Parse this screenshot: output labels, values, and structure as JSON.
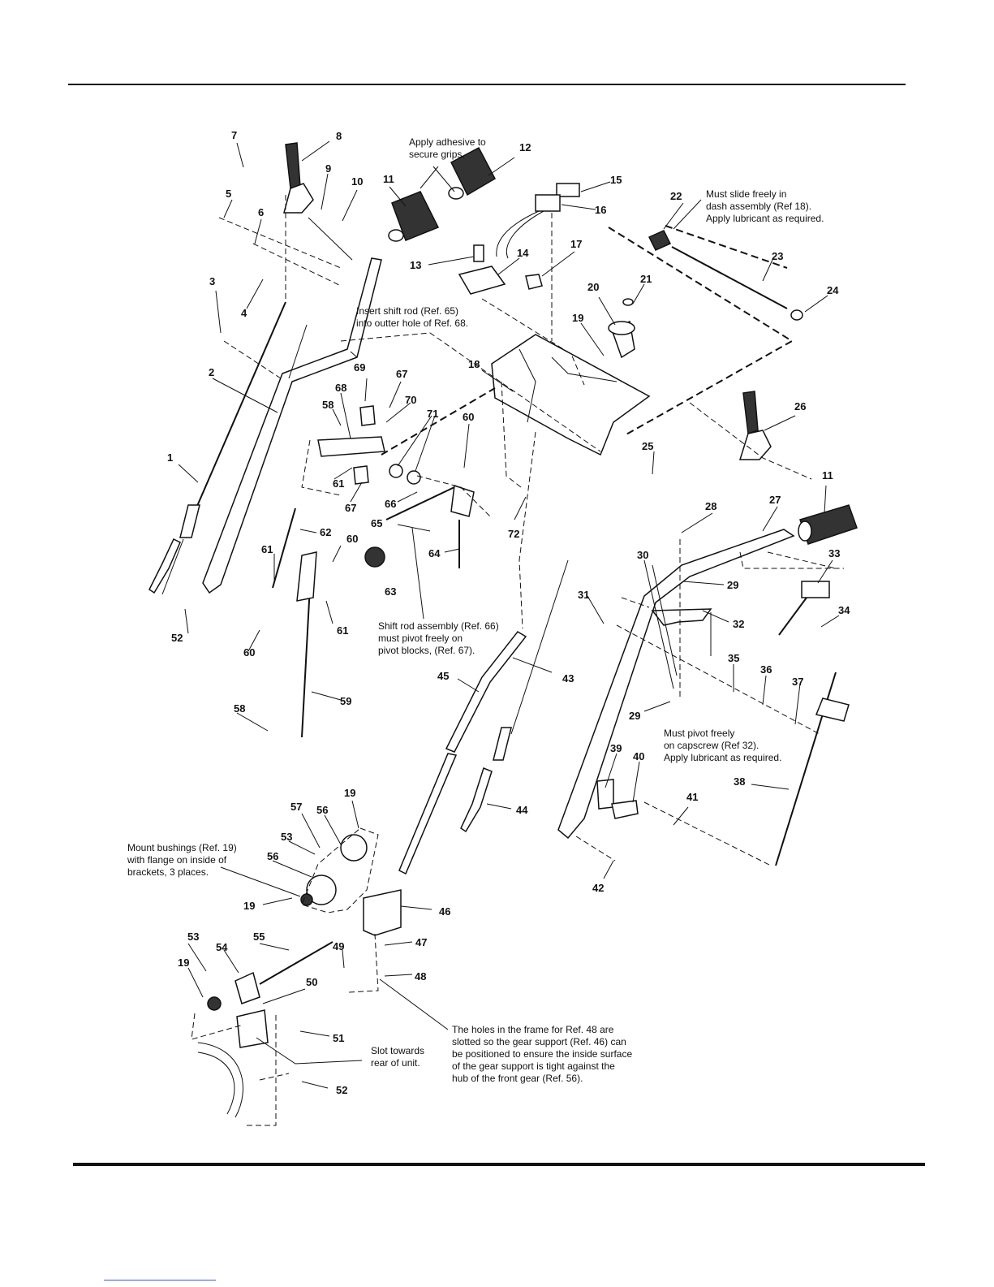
{
  "callouts": [
    "1",
    "2",
    "3",
    "4",
    "5",
    "6",
    "7",
    "8",
    "9",
    "10",
    "11",
    "12",
    "13",
    "14",
    "15",
    "16",
    "17",
    "18",
    "19",
    "20",
    "21",
    "22",
    "23",
    "24",
    "25",
    "26",
    "11",
    "27",
    "28",
    "29",
    "30",
    "31",
    "32",
    "33",
    "34",
    "35",
    "36",
    "37",
    "29",
    "38",
    "39",
    "40",
    "41",
    "42",
    "43",
    "44",
    "45",
    "46",
    "47",
    "48",
    "49",
    "50",
    "51",
    "52",
    "53",
    "54",
    "55",
    "19",
    "53",
    "56",
    "56",
    "57",
    "19",
    "58",
    "58",
    "59",
    "60",
    "60",
    "61",
    "61",
    "61",
    "62",
    "63",
    "64",
    "65",
    "66",
    "67",
    "67",
    "68",
    "69",
    "70",
    "71",
    "72",
    "60",
    "52",
    "19"
  ],
  "notes": {
    "adhesive": [
      "Apply adhesive to",
      "secure grips."
    ],
    "slide": [
      "Must slide freely in",
      "dash assembly (Ref 18).",
      "Apply lubricant as required."
    ],
    "insert": [
      "Insert shift rod (Ref. 65)",
      "into outter hole of Ref. 68."
    ],
    "shift": [
      "Shift rod assembly (Ref. 66)",
      "must pivot freely on",
      "pivot blocks, (Ref. 67)."
    ],
    "pivot": [
      "Must pivot freely",
      "on capscrew (Ref 32).",
      "Apply lubricant as required."
    ],
    "mount": [
      "Mount bushings (Ref. 19)",
      "with flange on inside of",
      "brackets, 3 places."
    ],
    "slot": [
      "Slot towards",
      "rear of unit."
    ],
    "holes": [
      "The holes in the frame for Ref. 48 are",
      "slotted so the gear support (Ref. 46) can",
      "be positioned to ensure the inside surface",
      "of the gear support is tight against the",
      "hub of the front gear (Ref. 56)."
    ]
  }
}
